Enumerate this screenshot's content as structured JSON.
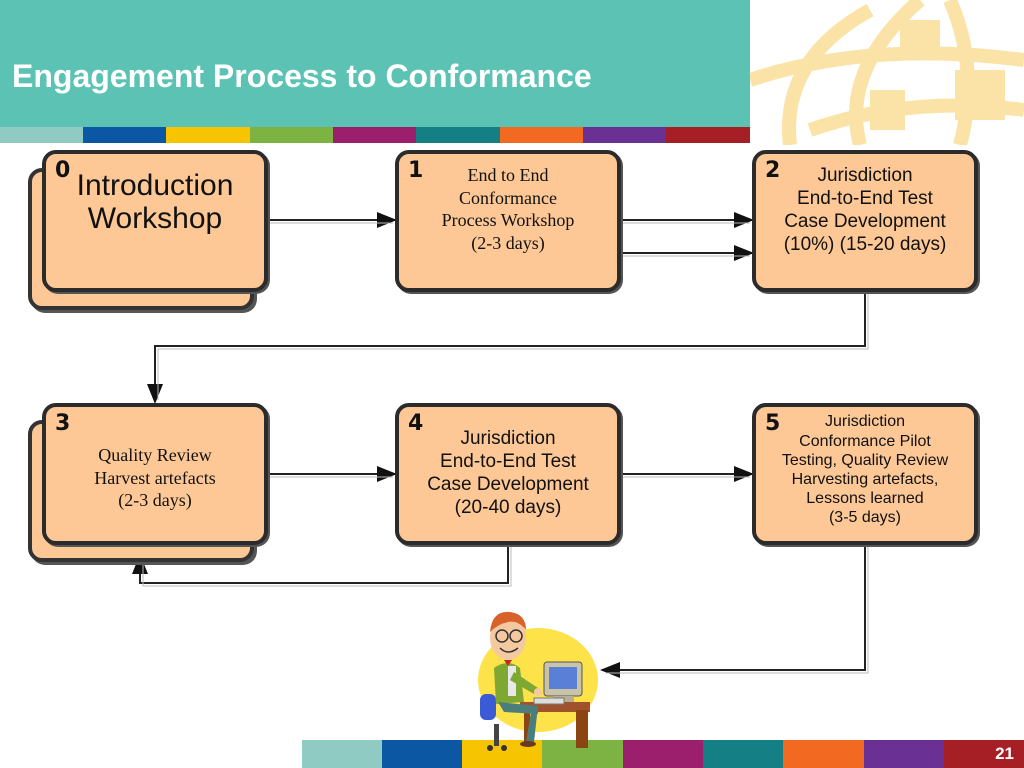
{
  "slide": {
    "title": "Engagement Process to Conformance",
    "page_number": "21"
  },
  "colors": {
    "header": "#5cc3b4",
    "box_fill": "#fdc896",
    "box_border": "#2b2b2b",
    "strip": [
      "#8fcbc3",
      "#0b57a4",
      "#f6c400",
      "#7cb342",
      "#9c1f6e",
      "#148085",
      "#f26a21",
      "#6b3094",
      "#a51f24"
    ]
  },
  "steps": [
    {
      "num": "0",
      "text": "Introduction\nWorkshop"
    },
    {
      "num": "1",
      "text": "End to End\nConformance\nProcess Workshop\n(2-3 days)"
    },
    {
      "num": "2",
      "text": "Jurisdiction\nEnd-to-End Test\nCase Development\n(10%) (15-20 days)"
    },
    {
      "num": "3",
      "text": "Quality Review\nHarvest artefacts\n(2-3 days)"
    },
    {
      "num": "4",
      "text": "Jurisdiction\nEnd-to-End Test\nCase Development\n(20-40 days)"
    },
    {
      "num": "5",
      "text": "Jurisdiction\nConformance Pilot\nTesting, Quality Review\nHarvesting artefacts,\nLessons learned\n(3-5 days)"
    }
  ],
  "icons": {
    "clipart": "person-at-computer-icon",
    "background_decoration": "globe-icon"
  }
}
